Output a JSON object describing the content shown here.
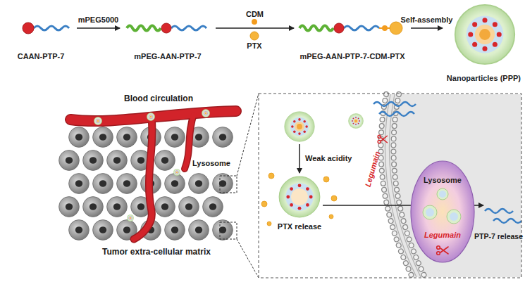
{
  "diagram": {
    "nodes": [
      {
        "text": [
          "CAAN-PTP-7"
        ]
      },
      {
        "text": [
          "mPEG-AAN-PTP-7"
        ]
      },
      {
        "text": [
          "mPEG-AAN-PTP-7-CDM-PTX"
        ]
      },
      {
        "text": [
          "Nanoparticles (PPP)"
        ]
      },
      {
        "text": [
          "Lysosome",
          "Legumain"
        ]
      }
    ],
    "edges": [
      {
        "from": 0,
        "to": 1,
        "arrow": "to",
        "label": "mPEG5000"
      },
      {
        "from": 1,
        "to": 2,
        "arrow": "to",
        "label": "CDM"
      },
      {
        "from": 2,
        "to": 3,
        "arrow": "to",
        "label": "Self-assembly"
      }
    ],
    "labels": [
      "PTX",
      "Blood circulation",
      "Lysosome",
      "Tumor extra-cellular matrix",
      "Weak acidity",
      "PTX release",
      "Legumain",
      "PTP-7 release"
    ]
  }
}
